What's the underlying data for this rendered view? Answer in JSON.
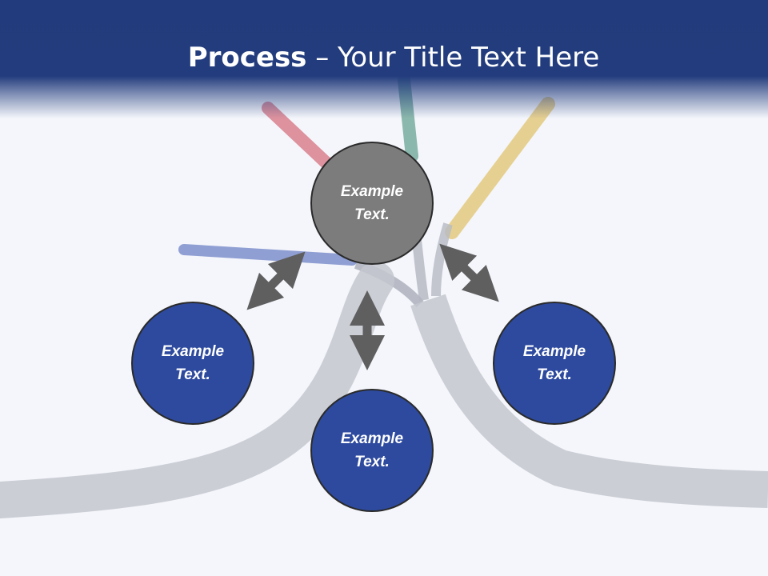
{
  "title": {
    "bold": "Process",
    "rest": " – Your Title Text Here"
  },
  "nodes": [
    {
      "id": "top",
      "label": "Example Text.",
      "color": "#7c7c7c"
    },
    {
      "id": "left",
      "label": "Example Text.",
      "color": "#2d4a9e"
    },
    {
      "id": "bottom",
      "label": "Example Text.",
      "color": "#2d4a9e"
    },
    {
      "id": "right",
      "label": "Example Text.",
      "color": "#2d4a9e"
    }
  ],
  "colors": {
    "header": "#213b7c",
    "arrow": "#5f5f5f",
    "node_grey": "#7c7c7c",
    "node_blue": "#2d4a9e"
  }
}
